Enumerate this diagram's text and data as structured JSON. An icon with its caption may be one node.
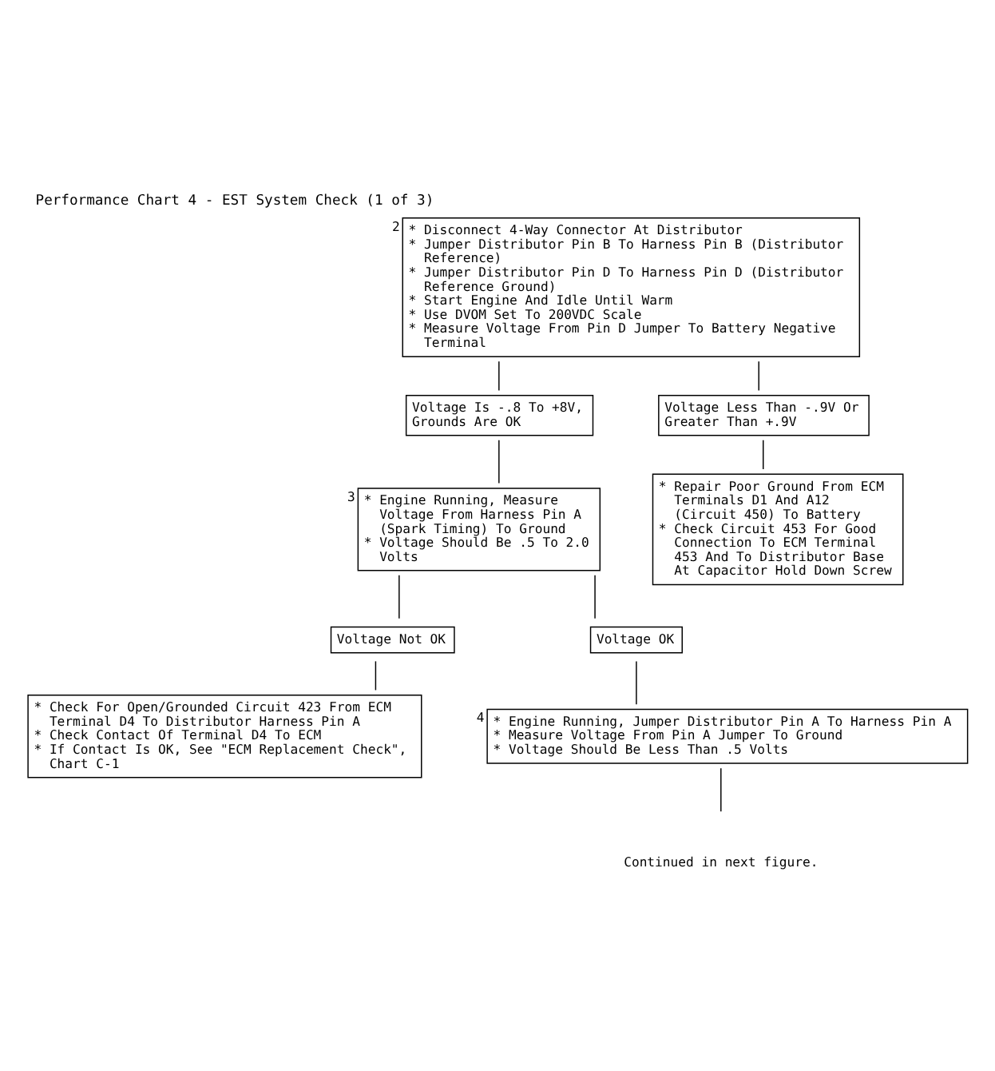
{
  "diagram": {
    "title": "Performance Chart 4 - EST System Check (1 of 3)",
    "nodes": [
      {
        "text": [
          "* Disconnect 4-Way Connector At Distributor",
          "* Jumper Distributor Pin B To Harness Pin B (Distributor Reference)",
          "* Jumper Distributor Pin D To Harness Pin D (Distributor Reference Ground)",
          "* Start Engine And Idle Until Warm",
          "* Use DVOM Set To 200VDC Scale",
          "* Measure Voltage From Pin D Jumper To Battery Negative Terminal"
        ],
        "beside": [
          "2"
        ]
      },
      {
        "text": [
          "Voltage Is -.8 To +8V, Grounds Are OK"
        ]
      },
      {
        "text": [
          "Voltage Less Than -.9V Or Greater Than +.9V"
        ]
      },
      {
        "text": [
          "* Engine Running, Measure Voltage From Harness Pin A (Spark Timing) To Ground",
          "* Voltage Should Be .5 To 2.0 Volts"
        ],
        "beside": [
          "3"
        ]
      },
      {
        "text": [
          "* Repair Poor Ground From ECM Terminals D1 And A12 (Circuit 450) To Battery",
          "* Check Circuit 453 For Good Connection To ECM Terminal 453 And To Distributor Base At Capacitor Hold Down Screw"
        ]
      },
      {
        "text": [
          "Voltage Not OK"
        ]
      },
      {
        "text": [
          "* Check For Open/Grounded Circuit 423 From ECM Terminal D4 To Distributor Harness Pin A",
          "* Check Contact Of Terminal D4 To ECM",
          "* If Contact Is OK, See \"ECM Replacement Check\", Chart C-1"
        ]
      },
      {
        "text": [
          "Voltage OK"
        ]
      },
      {
        "text": [
          "* Engine Running, Jumper Distributor Pin A To Harness Pin A",
          "* Measure Voltage From Pin A Jumper To Ground",
          "* Voltage Should Be Less Than .5 Volts"
        ],
        "beside": [
          "4"
        ]
      }
    ],
    "edges": [
      {
        "from": 0,
        "to": 1,
        "arrow": "none"
      },
      {
        "from": 0,
        "to": 2,
        "arrow": "none"
      },
      {
        "from": 1,
        "to": 3,
        "arrow": "none"
      },
      {
        "from": 2,
        "to": 4,
        "arrow": "none"
      },
      {
        "from": 3,
        "to": 5,
        "arrow": "none"
      },
      {
        "from": 5,
        "to": 6,
        "arrow": "none"
      },
      {
        "from": 3,
        "to": 7,
        "arrow": "none"
      },
      {
        "from": 7,
        "to": 8,
        "arrow": "none"
      },
      {
        "from": 8,
        "to": null,
        "arrow": "none"
      }
    ],
    "labels": [
      "Continued in next figure."
    ]
  }
}
